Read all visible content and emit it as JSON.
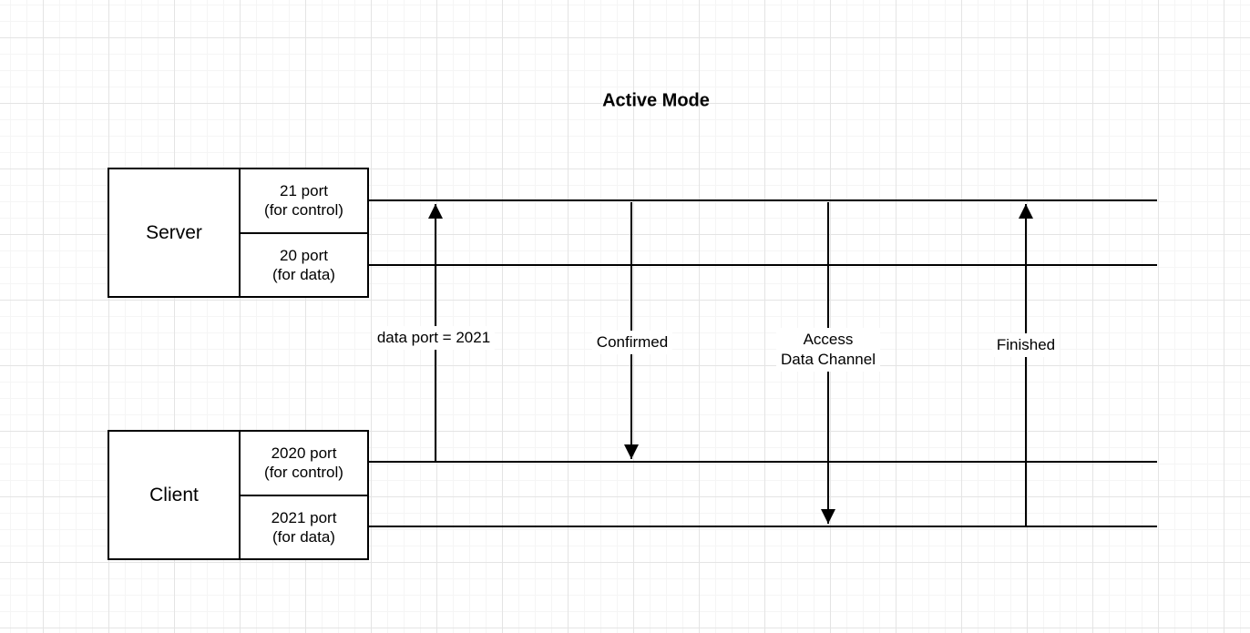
{
  "title": "Active Mode",
  "nodes": [
    {
      "label": "Server",
      "ports": [
        {
          "line1": "21 port",
          "line2": "(for control)"
        },
        {
          "line1": "20 port",
          "line2": "(for data)"
        }
      ]
    },
    {
      "label": "Client",
      "ports": [
        {
          "line1": "2020 port",
          "line2": "(for control)"
        },
        {
          "line1": "2021 port",
          "line2": "(for data)"
        }
      ]
    }
  ],
  "edges": [
    {
      "label": "data port = 2021",
      "direction": "up"
    },
    {
      "label": "Confirmed",
      "direction": "down"
    },
    {
      "label": "Access",
      "label2": "Data Channel",
      "direction": "down"
    },
    {
      "label": "Finished",
      "direction": "up"
    }
  ],
  "colors": {
    "stroke": "#000000",
    "fill": "#ffffff",
    "text": "#000000",
    "grid_minor": "#f5f5f5",
    "grid_major": "#e4e4e4"
  }
}
